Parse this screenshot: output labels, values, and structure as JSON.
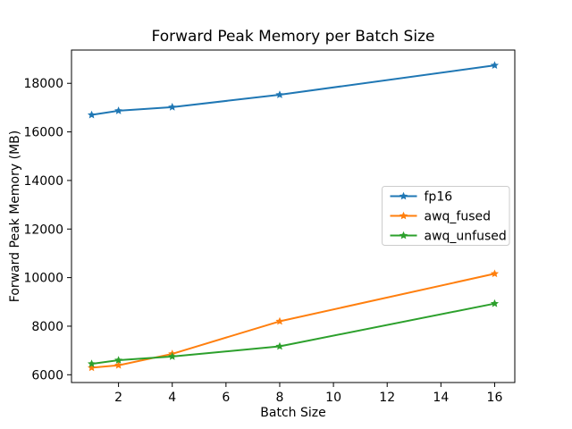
{
  "chart_data": {
    "type": "line",
    "title": "Forward Peak Memory per Batch Size",
    "xlabel": "Batch Size",
    "ylabel": "Forward Peak Memory (MB)",
    "x": [
      1,
      2,
      4,
      8,
      16
    ],
    "series": [
      {
        "name": "fp16",
        "color": "#1f77b4",
        "marker": "star",
        "values": [
          16700,
          16870,
          17020,
          17530,
          18740
        ]
      },
      {
        "name": "awq_fused",
        "color": "#ff7f0e",
        "marker": "star",
        "values": [
          6290,
          6390,
          6860,
          8200,
          10160
        ]
      },
      {
        "name": "awq_unfused",
        "color": "#2ca02c",
        "marker": "star",
        "values": [
          6450,
          6600,
          6750,
          7170,
          8930
        ]
      }
    ],
    "xticks": [
      2,
      4,
      6,
      8,
      10,
      12,
      14,
      16
    ],
    "yticks": [
      6000,
      8000,
      10000,
      12000,
      14000,
      16000,
      18000
    ],
    "xlim": [
      0.25,
      16.75
    ],
    "ylim": [
      5680,
      19370
    ],
    "grid": false,
    "background": "#ffffff",
    "spine_color": "#000000",
    "legend": {
      "position": "center right",
      "frame_color": "#cccccc",
      "entries": [
        "fp16",
        "awq_fused",
        "awq_unfused"
      ]
    }
  }
}
